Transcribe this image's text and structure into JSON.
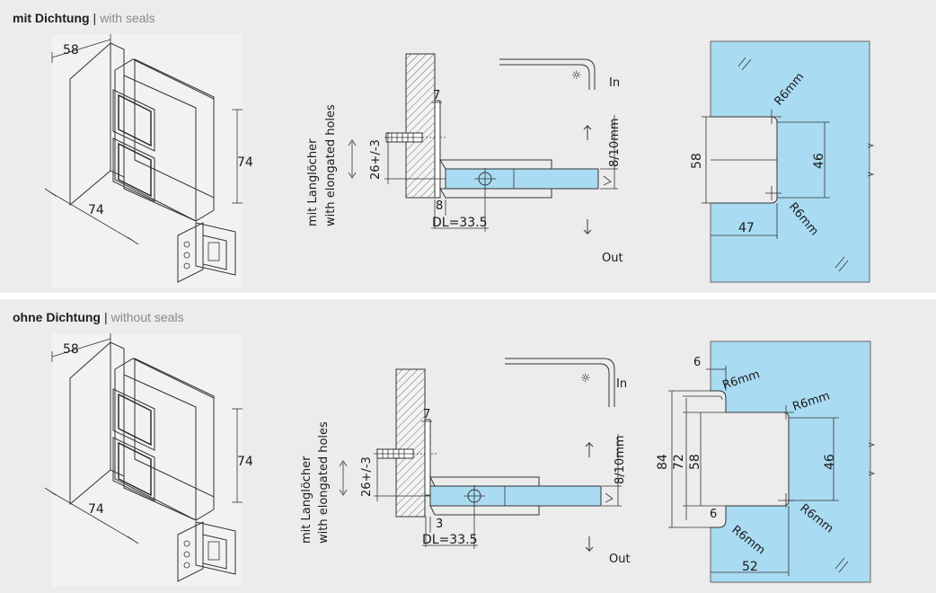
{
  "sections": {
    "with_seals": {
      "title_de": "mit Dichtung",
      "separator": "|",
      "title_en": "with seals",
      "iso": {
        "width": "58",
        "depth": "74",
        "height": "74"
      },
      "side": {
        "label_de": "mit Langlöcher",
        "label_en": "with elongated holes",
        "adjust": "26+/-3",
        "gap_top": "7",
        "gap_bottom": "8",
        "dl": "DL=33.5",
        "glass": "8/10mm",
        "in": "In",
        "out": "Out"
      },
      "front": {
        "height": "58",
        "hole_spacing": "46",
        "width": "47",
        "radius_top": "R6mm",
        "radius_bottom": "R6mm"
      }
    },
    "without_seals": {
      "title_de": "ohne Dichtung",
      "separator": "|",
      "title_en": "without seals",
      "iso": {
        "width": "58",
        "depth": "74",
        "height": "74"
      },
      "side": {
        "label_de": "mit Langlöcher",
        "label_en": "with elongated holes",
        "adjust": "26+/-3",
        "gap_top": "7",
        "gap_bottom": "3",
        "dl": "DL=33.5",
        "glass": "8/10mm",
        "in": "In",
        "out": "Out"
      },
      "front": {
        "outer_height": "84",
        "middle_height": "72",
        "height": "58",
        "hole_spacing": "46",
        "width": "52",
        "offset_top": "6",
        "offset_bottom": "6",
        "radius_outer_top": "R6mm",
        "radius_top": "R6mm",
        "radius_bottom": "R6mm",
        "radius_outer_bottom": "R6mm"
      }
    }
  },
  "colors": {
    "panel": "#ececec",
    "glass": "#a9dbf2",
    "glass_edge": "#7fc6ec",
    "accent_text": "#8a8a8a"
  }
}
